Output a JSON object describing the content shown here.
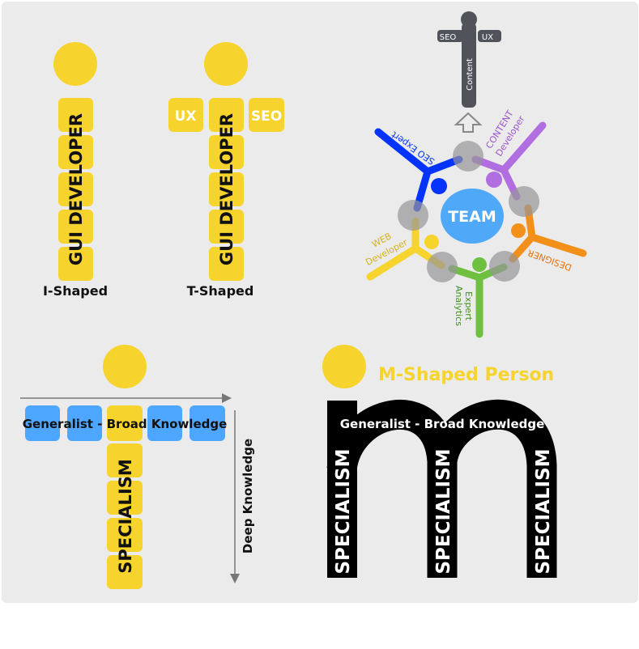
{
  "i_shaped": {
    "box_text": "GUI DEVELOPER",
    "label": "I-Shaped"
  },
  "t_shaped": {
    "box_text": "GUI DEVELOPER",
    "left": "UX",
    "right": "SEO",
    "label": "T-Shaped"
  },
  "team": {
    "center": "TEAM",
    "top_figure": {
      "left": "SEO",
      "right": "UX",
      "body": "Content"
    },
    "members": [
      {
        "label1": "SEO Expert",
        "color": "#0433ff"
      },
      {
        "label1": "CONTENT",
        "label2": "Developer",
        "color": "#b06ee0"
      },
      {
        "label1": "DESIGNER",
        "color": "#f39019"
      },
      {
        "label1": "Analytics",
        "label2": "Expert",
        "color": "#6fbf40"
      },
      {
        "label1": "WEB",
        "label2": "Developer",
        "color": "#f6d32d"
      }
    ]
  },
  "generalist": {
    "broad": "Generalist - Broad Knowledge",
    "specialism": "SPECIALISM",
    "deep": "Deep Knowledge"
  },
  "m_shaped": {
    "title": "M-Shaped Person",
    "broad": "Generalist - Broad Knowledge",
    "specialism": [
      "SPECIALISM",
      "SPECIALISM",
      "SPECIALISM"
    ]
  },
  "colors": {
    "yellow": "#f6d32d",
    "blue": "#4da6ff",
    "bg": "#ebebeb"
  }
}
